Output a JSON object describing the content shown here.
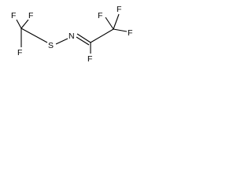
{
  "structure": {
    "atoms": {
      "f_cf3_top_left": "F",
      "f_cf3_top_right": "F",
      "f_cf3_bottom": "F",
      "sulfur": "S",
      "nitrogen": "N",
      "f_imine": "F",
      "f_cf3b_left": "F",
      "f_cf3b_top": "F",
      "f_cf3b_right": "F"
    },
    "bonds": [
      {
        "from": "c_trifluoromethyl",
        "to": "f_cf3_top_left",
        "order": 1
      },
      {
        "from": "c_trifluoromethyl",
        "to": "f_cf3_top_right",
        "order": 1
      },
      {
        "from": "c_trifluoromethyl",
        "to": "f_cf3_bottom",
        "order": 1
      },
      {
        "from": "c_trifluoromethyl",
        "to": "sulfur",
        "order": 1
      },
      {
        "from": "sulfur",
        "to": "nitrogen",
        "order": 1
      },
      {
        "from": "nitrogen",
        "to": "c_imine",
        "order": 2
      },
      {
        "from": "c_imine",
        "to": "f_imine",
        "order": 1
      },
      {
        "from": "c_imine",
        "to": "c_pentafluoro",
        "order": 1
      },
      {
        "from": "c_pentafluoro",
        "to": "f_cf3b_left",
        "order": 1
      },
      {
        "from": "c_pentafluoro",
        "to": "f_cf3b_top",
        "order": 1
      },
      {
        "from": "c_pentafluoro",
        "to": "f_cf3b_right",
        "order": 1
      }
    ]
  }
}
